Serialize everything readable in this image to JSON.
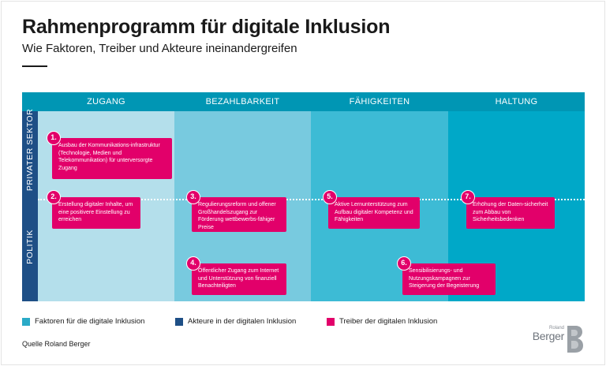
{
  "title": "Rahmenprogramm für digitale Inklusion",
  "subtitle": "Wie Faktoren, Treiber und Akteure ineinandergreifen",
  "columns": [
    "ZUGANG",
    "BEZAHLBARKEIT",
    "FÄHIGKEITEN",
    "HALTUNG"
  ],
  "rows": [
    "PRIVATER SEKTOR",
    "POLITIK"
  ],
  "drivers": [
    {
      "number": "1.",
      "text": "Ausbau der Kommunikations-infrastruktur (Technologie, Medien und Telekommunikation) für unterversorgte Zugang"
    },
    {
      "number": "2.",
      "text": "Erstellung digitaler Inhalte, um eine positivere Einstellung zu erreichen"
    },
    {
      "number": "3.",
      "text": "Regulierungsreform und offener Großhandelszugang zur Förderung wettbewerbs-fähiger Preise"
    },
    {
      "number": "4.",
      "text": "Öffentlicher Zugang zum Internet und Unterstützung von finanziell Benachteiligten"
    },
    {
      "number": "5.",
      "text": "Aktive Lernunterstützung zum Aufbau digitaler Kompetenz und Fähigkeiten"
    },
    {
      "number": "6.",
      "text": "Sensibilisierungs- und Nutzungskampagnen zur Steigerung der Begeisterung"
    },
    {
      "number": "7.",
      "text": "Erhöhung der Daten-sicherheit zum Abbau von Sicherheitsbedenken"
    }
  ],
  "legend": [
    {
      "label": "Faktoren für die digitale Inklusion",
      "color": "#2aaac7"
    },
    {
      "label": "Akteure in der digitalen Inklusion",
      "color": "#1e4f86"
    },
    {
      "label": "Treiber der digitalen Inklusion",
      "color": "#e2006a"
    }
  ],
  "source": "Quelle Roland Berger",
  "logo": {
    "small": "Roland",
    "big": "Berger"
  },
  "colors": {
    "accent": "#e2006a",
    "header": "#0096b4",
    "side": "#1e4f86"
  }
}
